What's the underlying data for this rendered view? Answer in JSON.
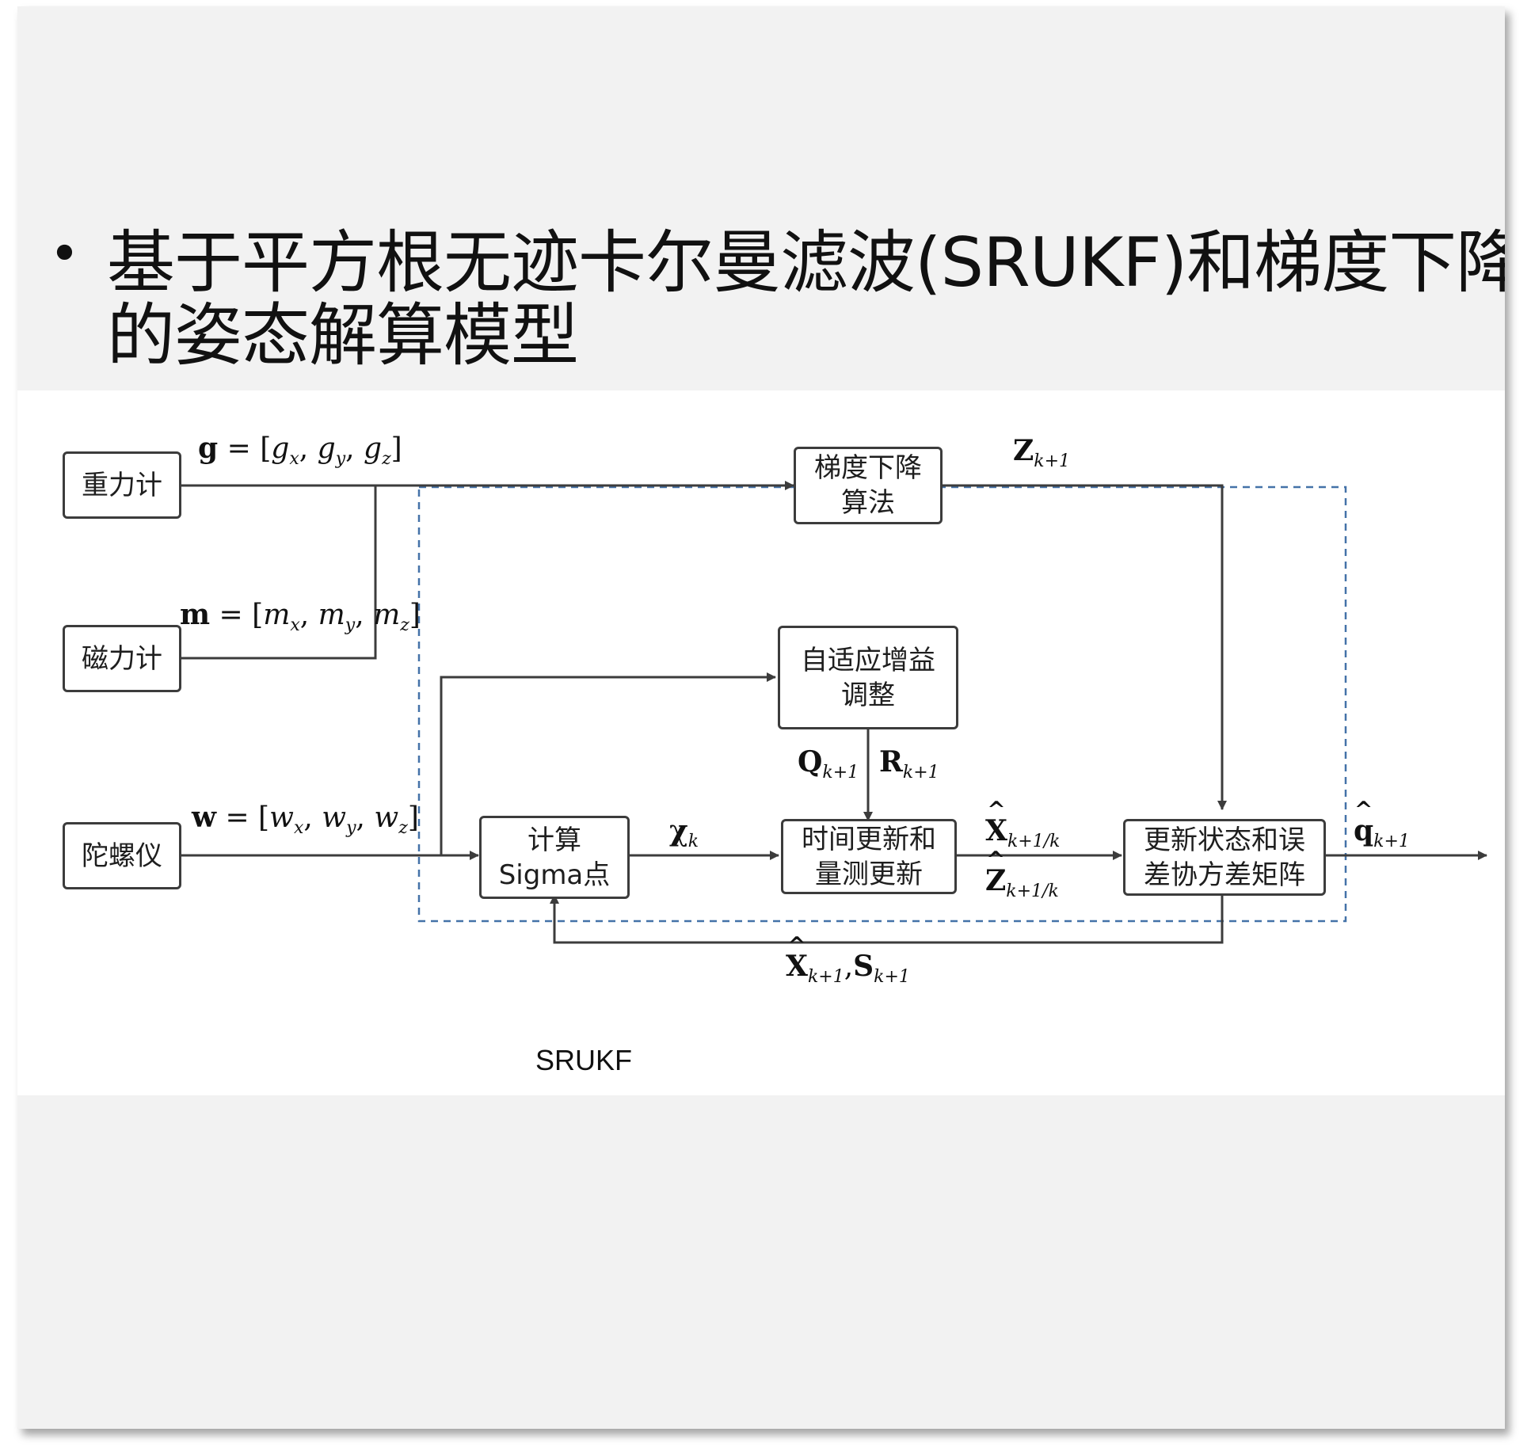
{
  "slide": {
    "bullet": "•",
    "title_line1": "基于平方根无迹卡尔曼滤波(SRUKF)和梯度下降",
    "title_line2": "的姿态解算模型"
  },
  "diagram": {
    "sensors": {
      "gravimeter": "重力计",
      "magnetometer": "磁力计",
      "gyroscope": "陀螺仪"
    },
    "blocks": {
      "gradient_descent_line1": "梯度下降",
      "gradient_descent_line2": "算法",
      "adaptive_gain_line1": "自适应增益",
      "adaptive_gain_line2": "调整",
      "sigma_line1": "计算",
      "sigma_line2": "Sigma点",
      "time_update_line1": "时间更新和",
      "time_update_line2": "量测更新",
      "state_update_line1": "更新状态和误",
      "state_update_line2": "差协方差矩阵"
    },
    "region_label": "SRUKF",
    "signals": {
      "g": {
        "sym": "g",
        "eq": " = [",
        "a": "g",
        "a_sub": "x",
        "b": "g",
        "b_sub": "y",
        "c": "g",
        "c_sub": "z",
        "close": "]"
      },
      "m": {
        "sym": "m",
        "eq": " = [",
        "a": "m",
        "a_sub": "x",
        "b": "m",
        "b_sub": "y",
        "c": "m",
        "c_sub": "z",
        "close": "]"
      },
      "w": {
        "sym": "w",
        "eq": " = [",
        "a": "w",
        "a_sub": "x",
        "b": "w",
        "b_sub": "y",
        "c": "w",
        "c_sub": "z",
        "close": "]"
      },
      "z": {
        "sym": "Z",
        "sub": "k+1"
      },
      "q": {
        "sym": "Q",
        "sub": "k+1"
      },
      "r": {
        "sym": "R",
        "sub": "k+1"
      },
      "chi": {
        "sym": "χ",
        "sub": "k"
      },
      "x_hat": {
        "sym": "X",
        "sub": "k+1/k"
      },
      "z_hat": {
        "sym": "Z",
        "sub": "k+1/k"
      },
      "q_hat": {
        "sym": "q",
        "sub": "k+1"
      },
      "feedback": {
        "x": "X",
        "x_sub": "k+1",
        "sep": ",",
        "s": "S",
        "s_sub": "k+1"
      }
    }
  }
}
